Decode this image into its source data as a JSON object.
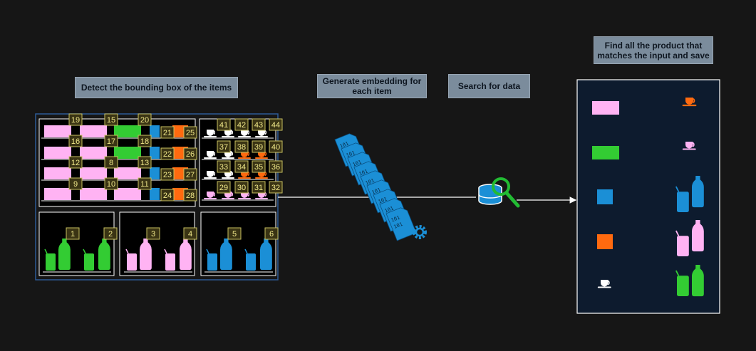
{
  "labels": {
    "detect": "Detect the bounding box of the items",
    "embedding": "Generate embedding for each item",
    "search": "Search for data",
    "find": "Find all the product that matches the input and save"
  },
  "box_numbers": {
    "grid": [
      "19",
      "15",
      "20",
      "25",
      "16",
      "17",
      "18",
      "21",
      "22",
      "26",
      "12",
      "8",
      "13",
      "23",
      "27",
      "9",
      "10",
      "11",
      "24",
      "28"
    ],
    "cups": [
      "41",
      "42",
      "43",
      "44",
      "37",
      "38",
      "39",
      "40",
      "33",
      "34",
      "35",
      "36",
      "29",
      "30",
      "31",
      "32"
    ],
    "bottles": [
      "1",
      "2",
      "3",
      "4",
      "5",
      "6"
    ]
  },
  "binary_text": "101",
  "colors": {
    "pink": "#ffb3f3",
    "green": "#33cc33",
    "blue": "#1b8fd6",
    "orange": "#ff6a0f",
    "white": "#ffffff",
    "navy_panel": "#0d1b2e",
    "badge_fill": "#3a3414",
    "badge_text": "#f0e88a",
    "label_bg": "#7b8c9c"
  },
  "icons": [
    "document-stack-icon",
    "gear-icon",
    "database-search-icon",
    "arrow-icon",
    "cup-icon",
    "bottle-icon",
    "can-icon"
  ]
}
